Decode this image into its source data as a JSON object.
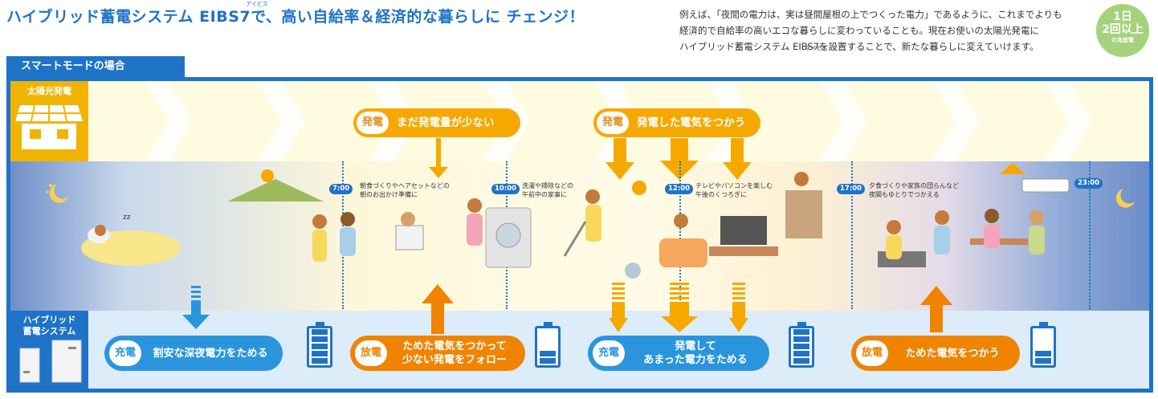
{
  "header": {
    "headline": "ハイブリッド蓄電システム EIBS7で、高い自給率＆経済的な暮らしに チェンジ！",
    "ruby": "アイビス",
    "intro": [
      "例えば、「夜間の電力は、実は昼間屋根の上でつくった電力」であるように、これまでよりも",
      "経済的で自給率の高いエコな暮らしに変わっていることも。現在お使いの太陽光発電に",
      "ハイブリッド蓄電システム EIBS7を設置することで、新たな暮らしに変えていけます。"
    ],
    "intro_ruby": "アイビス",
    "badge": {
      "line1": "1日",
      "line2": "2回以上",
      "line3": "の充放電"
    }
  },
  "mode_label": "スマートモードの場合",
  "rows": {
    "solar_label": "太陽光発電",
    "storage_label_1": "ハイブリッド",
    "storage_label_2": "蓄電システム"
  },
  "solar_callouts": [
    {
      "tag": "発電",
      "text": "まだ発電量が少ない"
    },
    {
      "tag": "発電",
      "text": "発電した電気をつかう"
    }
  ],
  "timeline": [
    {
      "time": "7:00",
      "note_1": "朝食づくりやヘアセットなどの",
      "note_2": "朝のお出かけ準備に"
    },
    {
      "time": "10:00",
      "note_1": "洗濯や掃除などの",
      "note_2": "午前中の家事に"
    },
    {
      "time": "12:00",
      "note_1": "テレビやパソコンを楽しむ",
      "note_2": "午後のくつろぎに"
    },
    {
      "time": "17:00",
      "note_1": "夕食づくりや家族の団らんなど",
      "note_2": "夜間もゆとりでつかえる"
    },
    {
      "time": "23:00"
    }
  ],
  "storage_callouts": [
    {
      "tag": "充電",
      "color": "#2a95dd",
      "line1": "割安な深夜電力をためる"
    },
    {
      "tag": "放電",
      "color": "#f08300",
      "line1": "ためた電気をつかって",
      "line2": "少ない発電をフォロー"
    },
    {
      "tag": "充電",
      "color": "#2a95dd",
      "line1": "発電して",
      "line2": "あまった電力をためる"
    },
    {
      "tag": "放電",
      "color": "#f08300",
      "line1": "ためた電気をつかう"
    }
  ],
  "batteries": [
    {
      "level": 1.0
    },
    {
      "level": 0.3
    },
    {
      "level": 1.0
    },
    {
      "level": 0.3
    }
  ],
  "colors": {
    "brand_blue": "#1f73c7",
    "solar_yellow": "#f5a800",
    "charge_blue": "#2a95dd",
    "discharge_orange": "#f08300"
  }
}
